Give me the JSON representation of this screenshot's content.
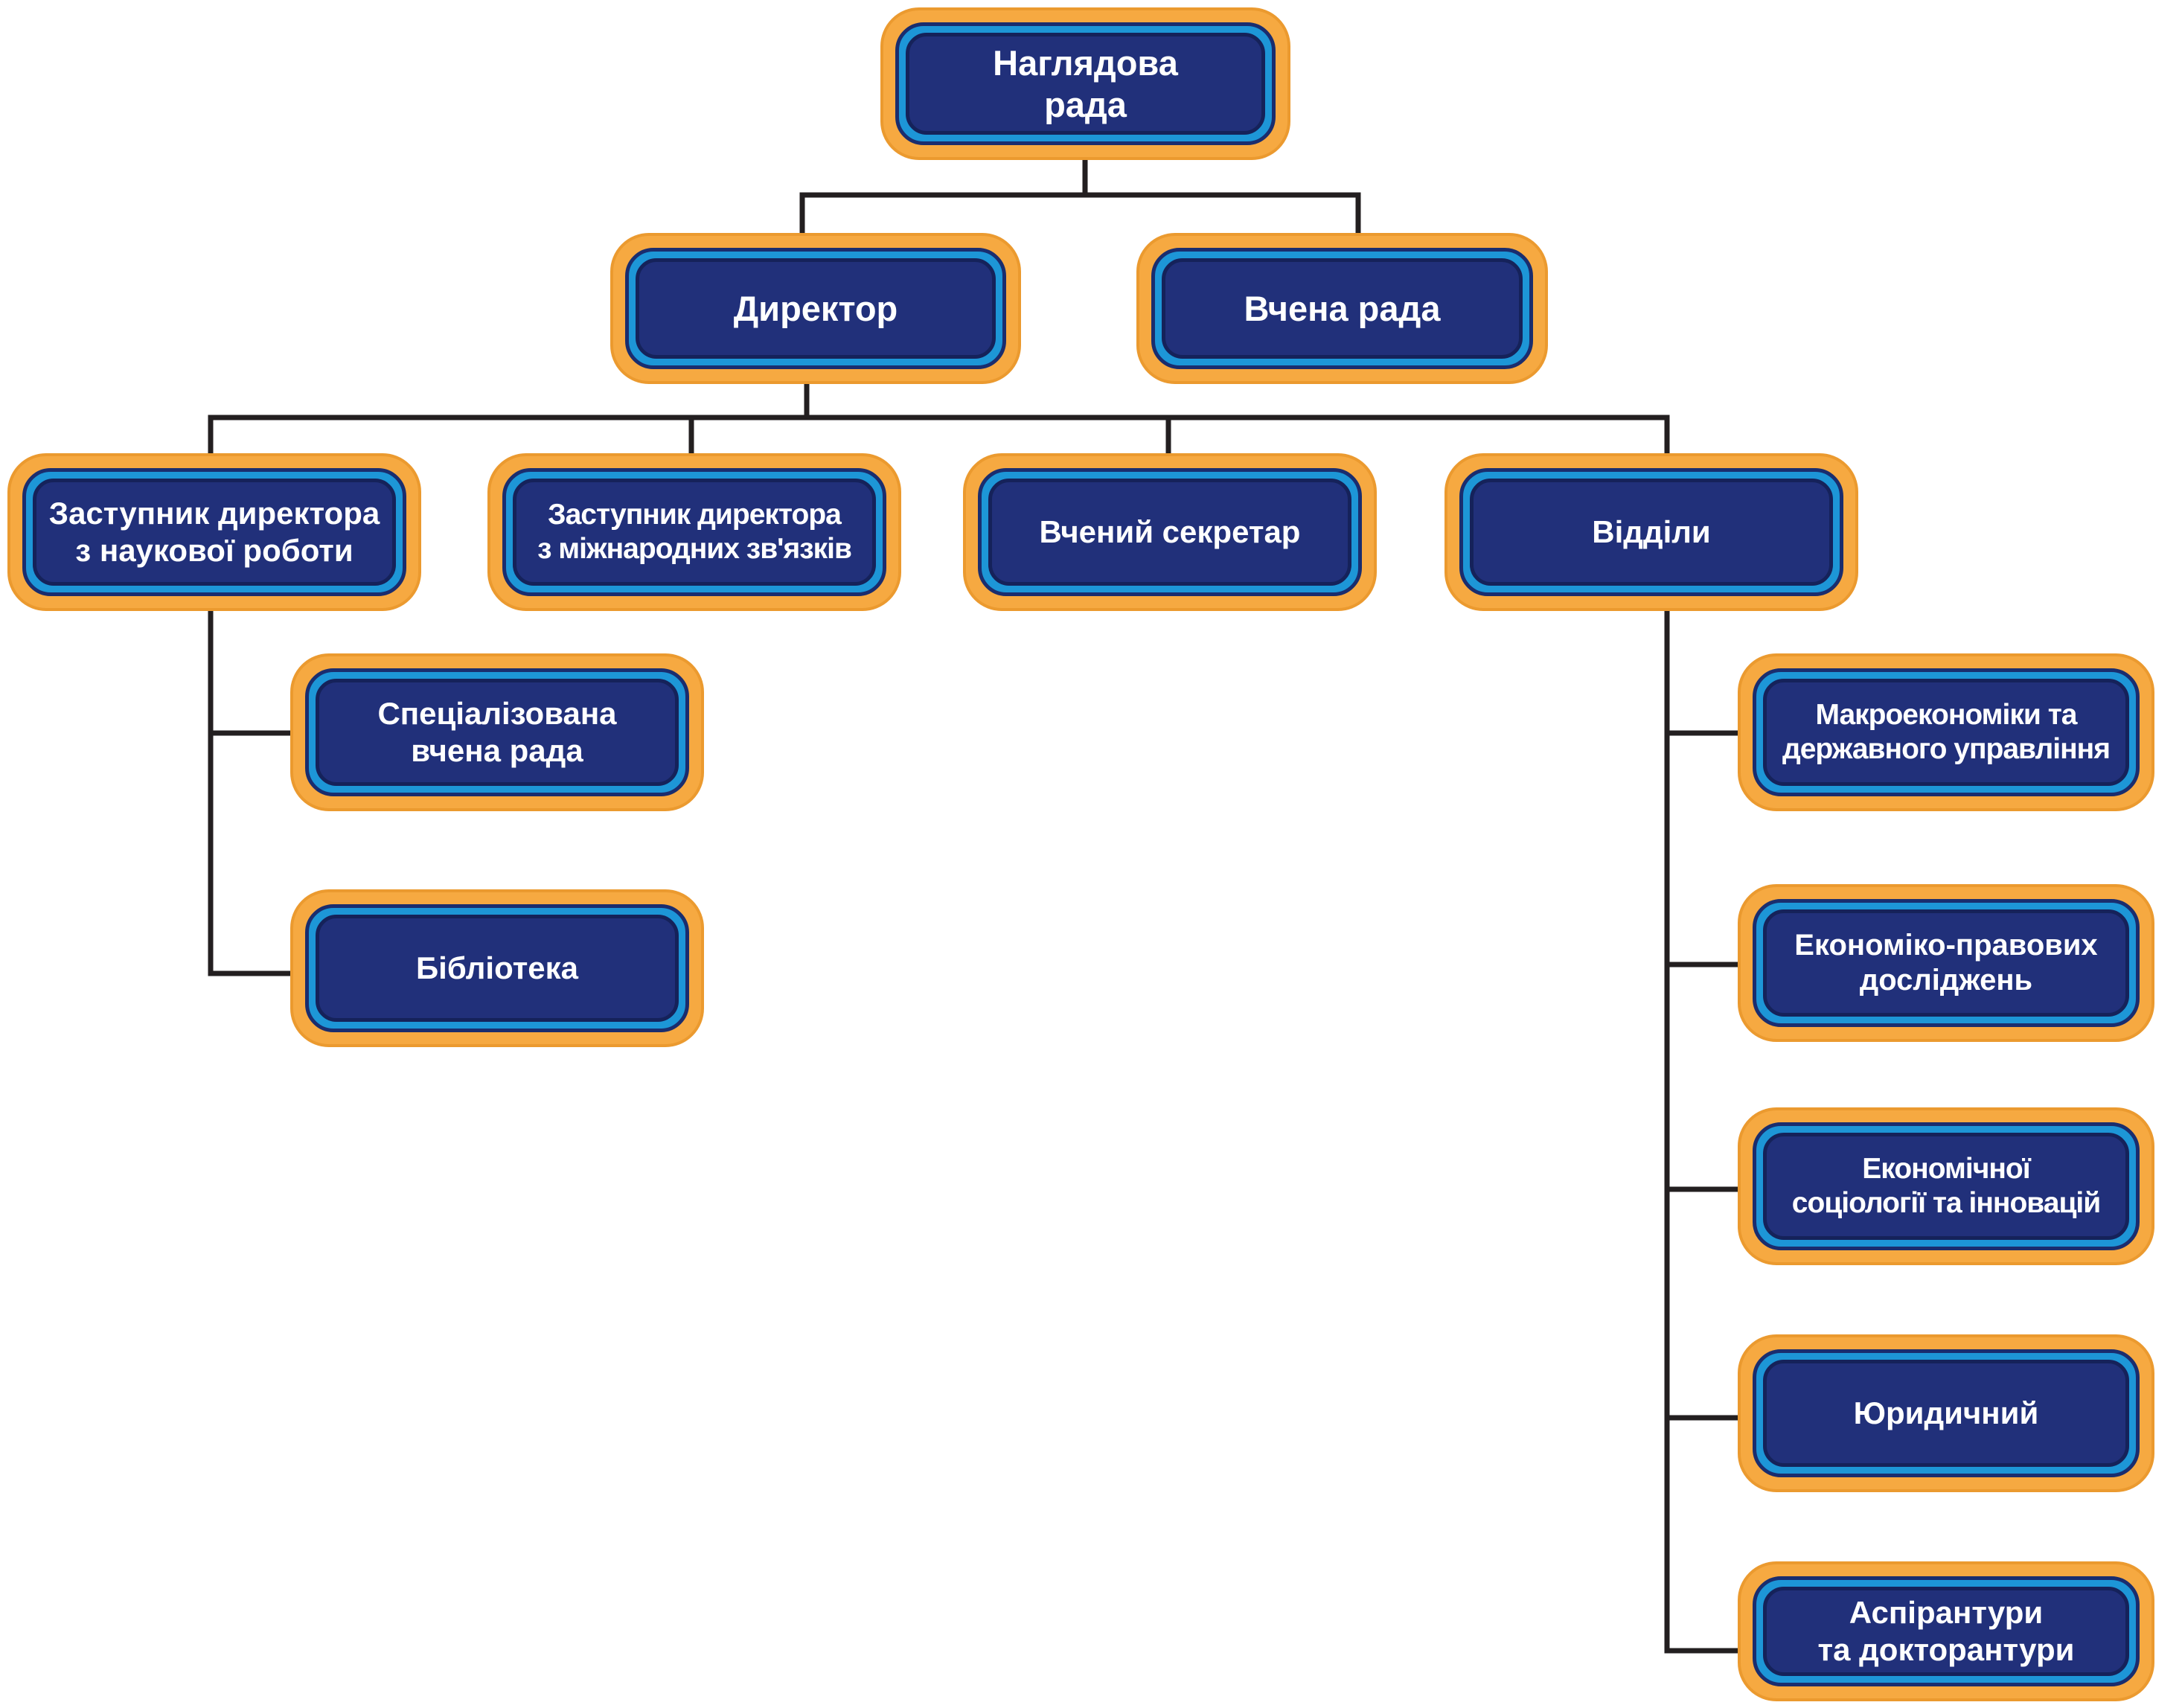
{
  "chart": {
    "supervisory_board": "Наглядова\nрада",
    "director": "Директор",
    "academic_council": "Вчена рада",
    "deputy_science": "Заступник директора\nз наукової роботи",
    "deputy_international": "Заступник директора\nз міжнародних зв'язків",
    "scientific_secretary": "Вчений секретар",
    "departments": "Відділи",
    "specialized_council": "Спеціалізована\nвчена рада",
    "library": "Бібліотека",
    "dept_macroeconomics": "Макроекономіки та\nдержавного управління",
    "dept_economic_legal": "Економіко-правових\nдосліджень",
    "dept_sociology": "Економічної\nсоціології та інновацій",
    "dept_legal": "Юридичний",
    "dept_postgraduate": "Аспірантури\nта докторантури"
  },
  "colors": {
    "outer_frame": "#f6a941",
    "mid_frame": "#1d96d7",
    "box_fill": "#21307a",
    "text": "#ffffff",
    "connector": "#231f20"
  }
}
